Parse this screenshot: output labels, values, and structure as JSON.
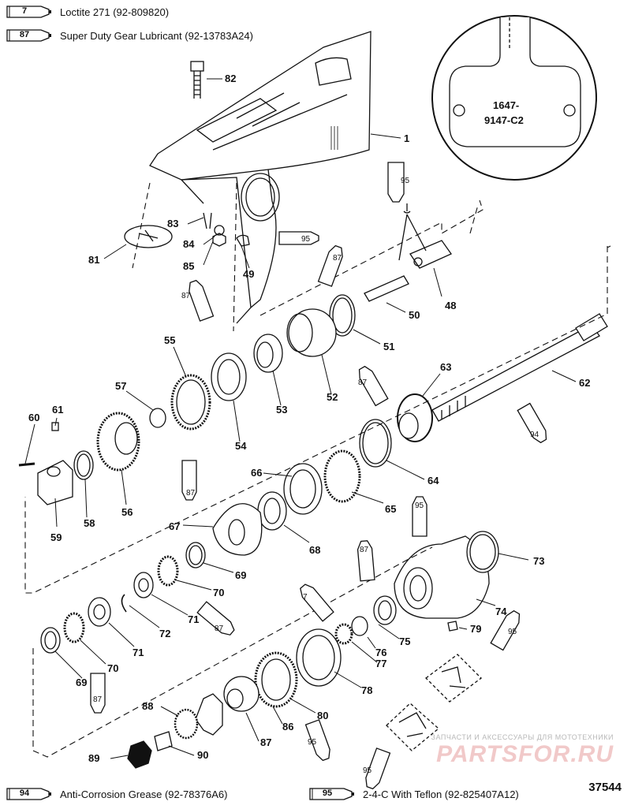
{
  "legend_top": [
    {
      "code": "7",
      "text": "Loctite 271 (92-809820)"
    },
    {
      "code": "87",
      "text": "Super Duty Gear Lubricant (92-13783A24)"
    }
  ],
  "legend_bottom": [
    {
      "code": "94",
      "text": "Anti-Corrosion Grease (92-78376A6)"
    },
    {
      "code": "95",
      "text": "2-4-C  With Teflon (92-825407A12)"
    }
  ],
  "inset_text": [
    "1647-",
    "9147-C2"
  ],
  "callouts": [
    "82",
    "1",
    "83",
    "84",
    "85",
    "81",
    "49",
    "48",
    "50",
    "51",
    "52",
    "53",
    "54",
    "55",
    "57",
    "56",
    "60",
    "61",
    "59",
    "58",
    "62",
    "63",
    "64",
    "65",
    "66",
    "67",
    "68",
    "69",
    "70",
    "71",
    "72",
    "73",
    "74",
    "75",
    "76",
    "77",
    "78",
    "79",
    "80",
    "86",
    "87",
    "88",
    "89",
    "90"
  ],
  "tube_codes": [
    "7",
    "87",
    "94",
    "95"
  ],
  "watermark_small": "ЗАПЧАСТИ И АКСЕССУАРЫ ДЛЯ МОТОТЕХНИКИ",
  "watermark_big": "PARTSFOR.RU",
  "figure_number": "37544"
}
